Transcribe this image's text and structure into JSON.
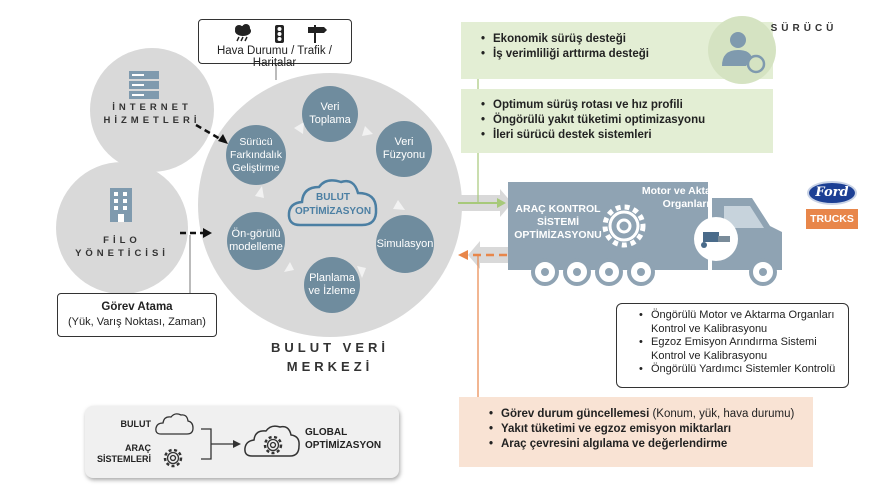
{
  "weather_box": {
    "label": "Hava Durumu / Trafik / Haritalar",
    "icons": [
      "cloud-rain-icon",
      "traffic-light-icon",
      "signpost-icon"
    ]
  },
  "internet": {
    "line1": "İNTERNET",
    "line2": "HİZMETLERİ",
    "icon": "server-icon"
  },
  "fleet": {
    "line1": "FİLO",
    "line2": "YÖNETİCİSİ",
    "icon": "building-icon"
  },
  "task_box": {
    "title": "Görev Atama",
    "subtitle": "(Yük, Varış Noktası, Zaman)"
  },
  "cloud_center": {
    "title_line1": "BULUT",
    "title_line2": "OPTİMİZASYON",
    "nodes": [
      {
        "label": "Veri Toplama"
      },
      {
        "label": "Veri Füzyonu"
      },
      {
        "label": "Simulasyon"
      },
      {
        "label": "Planlama ve İzleme"
      },
      {
        "label": "Ön-görülü modelleme"
      },
      {
        "label": "Sürücü Farkındalık Geliştirme"
      }
    ]
  },
  "datacenter": {
    "line1": "BULUT VERİ",
    "line2": "MERKEZİ"
  },
  "driver": {
    "label": "SÜRÜCÜ",
    "icon": "driver-icon"
  },
  "driver_support": {
    "items": [
      "Ekonomik sürüş desteği",
      "İş verimliliği arttırma desteği"
    ]
  },
  "route_support": {
    "items": [
      "Optimum sürüş rotası ve hız profili",
      "Öngörülü yakıt tüketimi optimizasyonu",
      "İleri sürücü destek sistemleri"
    ]
  },
  "truck": {
    "control_line1": "ARAÇ KONTROL",
    "control_line2": "SİSTEMİ",
    "control_line3": "OPTİMİZASYONU",
    "powertrain_line1": "Motor ve Aktarma",
    "powertrain_line2": "Organları"
  },
  "brand": {
    "ford": "Ford",
    "trucks": "TRUCKS"
  },
  "calibration": {
    "items": [
      "Öngörülü Motor ve Aktarma Organları Kontrol ve Kalibrasyonu",
      "Egzoz Emisyon Arındırma Sistemi Kontrol ve Kalibrasyonu",
      "Öngörülü Yardımcı Sistemler Kontrolü"
    ]
  },
  "status_update": {
    "items": [
      "Görev durum güncellemesi (Konum, yük, hava durumu)",
      "Yakıt tüketimi ve egzoz emisyon miktarları",
      "Araç çevresini algılama ve değerlendirme"
    ]
  },
  "status_first_bold": "Görev durum güncellemesi",
  "status_first_rest": " (Konum, yük, hava durumu)",
  "legend": {
    "cloud": "BULUT",
    "vehicle_line1": "ARAÇ",
    "vehicle_line2": "SİSTEMLERİ",
    "global_line1": "GLOBAL",
    "global_line2": "OPTİMİZASYON"
  },
  "colors": {
    "grey": "#d9d9d9",
    "node": "#6f8c9e",
    "truck": "#8fa3b3",
    "green": "#e3eed4",
    "orange": "#f9e3d4",
    "accent_orange": "#e8864a",
    "arrow_green": "#a7c97a",
    "ford_blue": "#1c3f94"
  }
}
